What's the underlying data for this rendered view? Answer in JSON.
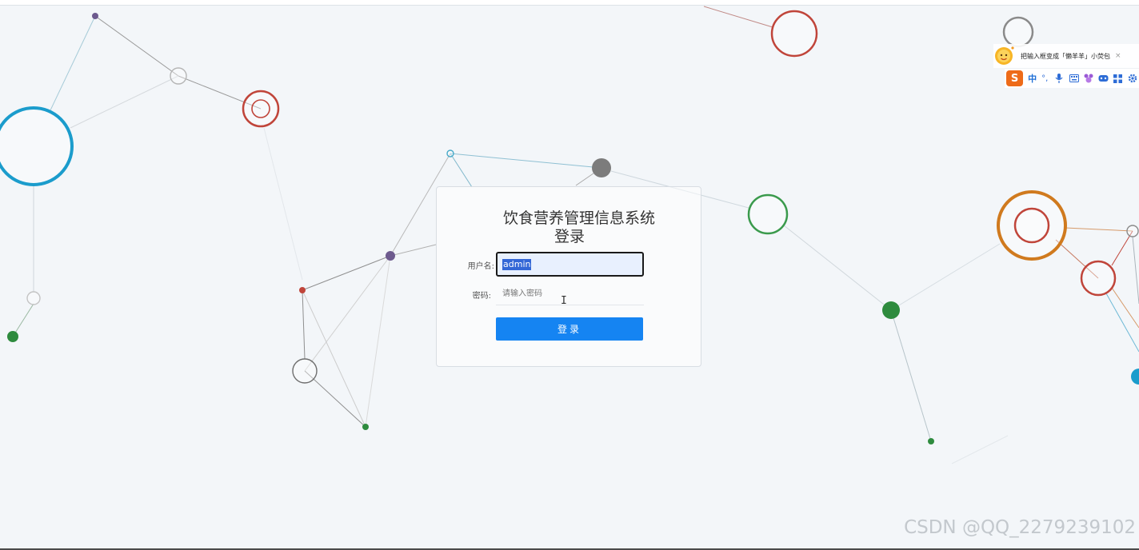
{
  "login": {
    "title_line1": "饮食营养管理信息系统",
    "title_line2": "登录",
    "username_label": "用户名:",
    "username_value": "admin",
    "password_label": "密码:",
    "password_placeholder": "请输入密码",
    "submit_label": "登录"
  },
  "ime": {
    "tip_text": "把输入框变成「懒羊羊」小荧包",
    "close_symbol": "×",
    "logo_letter": "S",
    "mode_label": "中",
    "punct_label": "°,",
    "icons": [
      "microphone-icon",
      "keyboard-icon",
      "skin-icon",
      "gamepad-icon",
      "toolbox-icon",
      "settings-icon"
    ]
  },
  "watermark": {
    "text": "CSDN @QQ_2279239102"
  },
  "colors": {
    "button": "#1584f2",
    "background": "#f3f6f9",
    "ime_orange": "#ee6b19"
  }
}
